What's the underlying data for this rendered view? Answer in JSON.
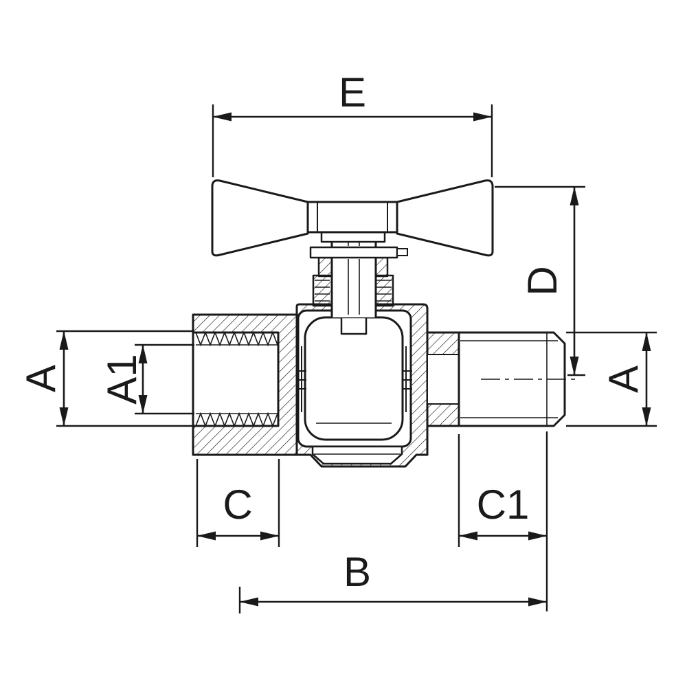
{
  "drawing": {
    "subject": "ball-valve-cross-section-with-butterfly-handle",
    "background_color": "#ffffff",
    "line_color": "#1a1a1a",
    "labels": {
      "e": "E",
      "d": "D",
      "a_left": "A",
      "a1": "A1",
      "a_right": "A",
      "c": "C",
      "c1": "C1",
      "b": "B"
    }
  }
}
